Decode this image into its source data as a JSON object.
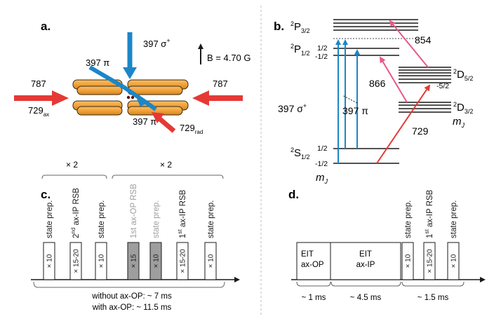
{
  "panel_a": {
    "label": "a.",
    "beam_397_sigma": {
      "text": "397 σ",
      "sup": "+"
    },
    "beam_397_pi_top": "397 π",
    "beam_397_pi_bottom": "397 π",
    "beam_787_left": "787",
    "beam_787_right": "787",
    "beam_729_ax": {
      "text": "729",
      "sub": "ax"
    },
    "beam_729_rad": {
      "text": "729",
      "sub": "rad"
    },
    "b_field": "B = 4.70 G",
    "colors": {
      "blue": "#1c86c8",
      "red": "#e53935",
      "trap": "#f2a23a"
    }
  },
  "panel_b": {
    "label": "b.",
    "P32": {
      "base": "P",
      "pre": "2",
      "sub": "3/2"
    },
    "P12": {
      "base": "P",
      "pre": "2",
      "sub": "1/2"
    },
    "S12": {
      "base": "S",
      "pre": "2",
      "sub": "1/2"
    },
    "D52": {
      "base": "D",
      "pre": "2",
      "sub": "5/2"
    },
    "D32": {
      "base": "D",
      "pre": "2",
      "sub": "3/2"
    },
    "m_j_left": {
      "base": "m",
      "sub": "J"
    },
    "m_j_right": {
      "base": "m",
      "sub": "J"
    },
    "level_p_up": "1/2",
    "level_p_down": "-1/2",
    "level_s_up": "1/2",
    "level_s_down": "-1/2",
    "level_d_minus52": "-5/2",
    "wl_854": "854",
    "wl_866": "866",
    "wl_729": "729",
    "wl_397_sigma": {
      "text": "397 σ",
      "sup": "+"
    },
    "wl_397_pi": "397 π",
    "colors": {
      "blue": "#1c86c8",
      "pink": "#e8588a",
      "red": "#e53935"
    }
  },
  "panel_c": {
    "label": "c.",
    "repeat_left": "× 2",
    "repeat_right": "× 2",
    "pulses": [
      {
        "top": "state prep.",
        "inner": "× 10",
        "grey": false
      },
      {
        "top": "ax-IP RSB",
        "top_prefix": "2",
        "top_sup": "nd",
        "inner": "× 15-20",
        "grey": false
      },
      {
        "top": "state prep.",
        "inner": "× 10",
        "grey": false
      },
      {
        "top": "1st ax-OP RSB",
        "inner": "× 15",
        "grey": true
      },
      {
        "top": "state prep.",
        "inner": "× 10",
        "grey": true
      },
      {
        "top": "ax-IP RSB",
        "top_prefix": "1",
        "top_sup": "st",
        "inner": "× 15-20",
        "grey": false
      },
      {
        "top": "state prep.",
        "inner": "× 10",
        "grey": false
      }
    ],
    "duration_line1": "without ax-OP: ~ 7 ms",
    "duration_line2": "with ax-OP: ~ 11.5 ms"
  },
  "panel_d": {
    "label": "d.",
    "eit_op": [
      "EIT",
      "ax-OP"
    ],
    "eit_ip": [
      "EIT",
      "ax-IP"
    ],
    "pulses": [
      {
        "top": "state prep.",
        "inner": "× 10"
      },
      {
        "top": "ax-IP RSB",
        "top_prefix": "1",
        "top_sup": "st",
        "inner": "× 15-20"
      },
      {
        "top": "state prep.",
        "inner": "× 10"
      }
    ],
    "dur_1": "~ 1 ms",
    "dur_2": "~ 4.5 ms",
    "dur_3": "~ 1.5 ms"
  }
}
